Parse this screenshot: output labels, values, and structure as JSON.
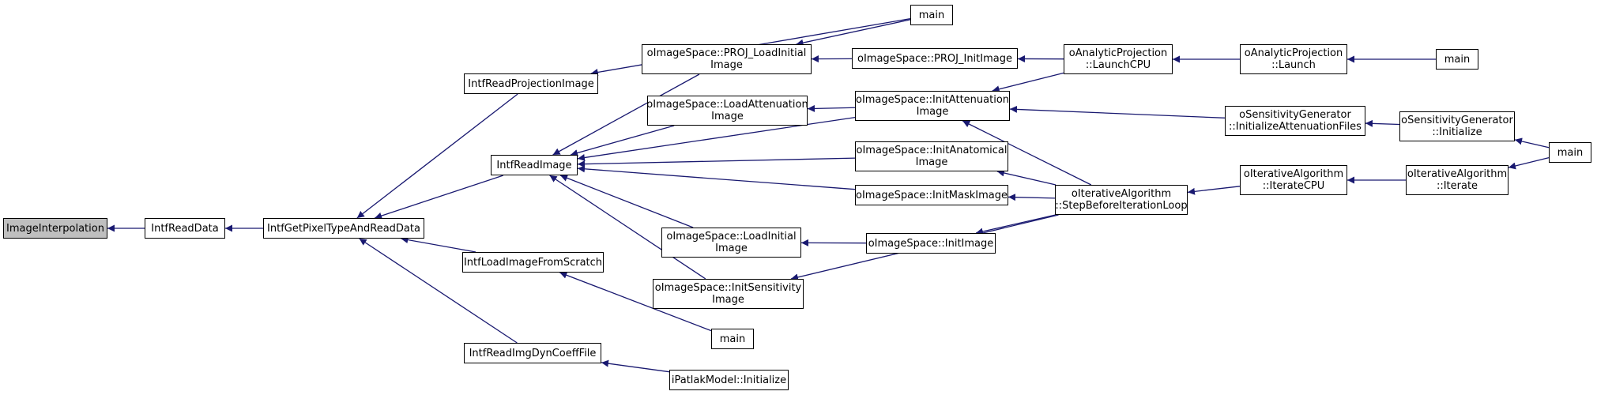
{
  "graph": {
    "nodes": [
      {
        "id": "n1",
        "lines": [
          "ImageInterpolation"
        ]
      },
      {
        "id": "n2",
        "lines": [
          "IntfReadData"
        ]
      },
      {
        "id": "n3",
        "lines": [
          "IntfGetPixelTypeAndReadData"
        ]
      },
      {
        "id": "n4",
        "lines": [
          "IntfReadProjectionImage"
        ]
      },
      {
        "id": "n5",
        "lines": [
          "IntfReadImage"
        ]
      },
      {
        "id": "n6",
        "lines": [
          "IntfLoadImageFromScratch"
        ]
      },
      {
        "id": "n7",
        "lines": [
          "IntfReadImgDynCoeffFile"
        ]
      },
      {
        "id": "n8",
        "lines": [
          "main"
        ]
      },
      {
        "id": "n9",
        "lines": [
          "oImageSpace::PROJ_LoadInitial",
          "Image"
        ]
      },
      {
        "id": "n10",
        "lines": [
          "oImageSpace::LoadAttenuation",
          "Image"
        ]
      },
      {
        "id": "n11",
        "lines": [
          "oImageSpace::LoadInitial",
          "Image"
        ]
      },
      {
        "id": "n12",
        "lines": [
          "oImageSpace::InitSensitivity",
          "Image"
        ]
      },
      {
        "id": "n13",
        "lines": [
          "main"
        ]
      },
      {
        "id": "n14",
        "lines": [
          "iPatlakModel::Initialize"
        ]
      },
      {
        "id": "n15",
        "lines": [
          "oImageSpace::PROJ_InitImage"
        ]
      },
      {
        "id": "n16",
        "lines": [
          "oImageSpace::InitAttenuation",
          "Image"
        ]
      },
      {
        "id": "n17",
        "lines": [
          "oImageSpace::InitAnatomical",
          "Image"
        ]
      },
      {
        "id": "n18",
        "lines": [
          "oImageSpace::InitMaskImage"
        ]
      },
      {
        "id": "n19",
        "lines": [
          "oImageSpace::InitImage"
        ]
      },
      {
        "id": "n20",
        "lines": [
          "oAnalyticProjection",
          "::LaunchCPU"
        ]
      },
      {
        "id": "n21",
        "lines": [
          "oIterativeAlgorithm",
          "::StepBeforeIterationLoop"
        ]
      },
      {
        "id": "n22",
        "lines": [
          "oAnalyticProjection",
          "::Launch"
        ]
      },
      {
        "id": "n23",
        "lines": [
          "main"
        ]
      },
      {
        "id": "n24",
        "lines": [
          "oSensitivityGenerator",
          "::InitializeAttenuationFiles"
        ]
      },
      {
        "id": "n25",
        "lines": [
          "oIterativeAlgorithm",
          "::IterateCPU"
        ]
      },
      {
        "id": "n26",
        "lines": [
          "oSensitivityGenerator",
          "::Initialize"
        ]
      },
      {
        "id": "n27",
        "lines": [
          "oIterativeAlgorithm",
          "::Iterate"
        ]
      },
      {
        "id": "n28",
        "lines": [
          "main"
        ]
      }
    ],
    "edges": [
      [
        "n2",
        "n1"
      ],
      [
        "n3",
        "n2"
      ],
      [
        "n4",
        "n3"
      ],
      [
        "n5",
        "n3"
      ],
      [
        "n6",
        "n3"
      ],
      [
        "n7",
        "n3"
      ],
      [
        "n8",
        "n4"
      ],
      [
        "n9",
        "n5"
      ],
      [
        "n10",
        "n5"
      ],
      [
        "n11",
        "n5"
      ],
      [
        "n12",
        "n5"
      ],
      [
        "n16",
        "n5"
      ],
      [
        "n17",
        "n5"
      ],
      [
        "n18",
        "n5"
      ],
      [
        "n13",
        "n6"
      ],
      [
        "n14",
        "n7"
      ],
      [
        "n8",
        "n9"
      ],
      [
        "n15",
        "n9"
      ],
      [
        "n16",
        "n10"
      ],
      [
        "n19",
        "n11"
      ],
      [
        "n21",
        "n12"
      ],
      [
        "n20",
        "n15"
      ],
      [
        "n20",
        "n16"
      ],
      [
        "n21",
        "n16"
      ],
      [
        "n24",
        "n16"
      ],
      [
        "n21",
        "n17"
      ],
      [
        "n21",
        "n18"
      ],
      [
        "n21",
        "n19"
      ],
      [
        "n22",
        "n20"
      ],
      [
        "n25",
        "n21"
      ],
      [
        "n23",
        "n22"
      ],
      [
        "n26",
        "n24"
      ],
      [
        "n27",
        "n25"
      ],
      [
        "n28",
        "n26"
      ],
      [
        "n28",
        "n27"
      ]
    ]
  }
}
